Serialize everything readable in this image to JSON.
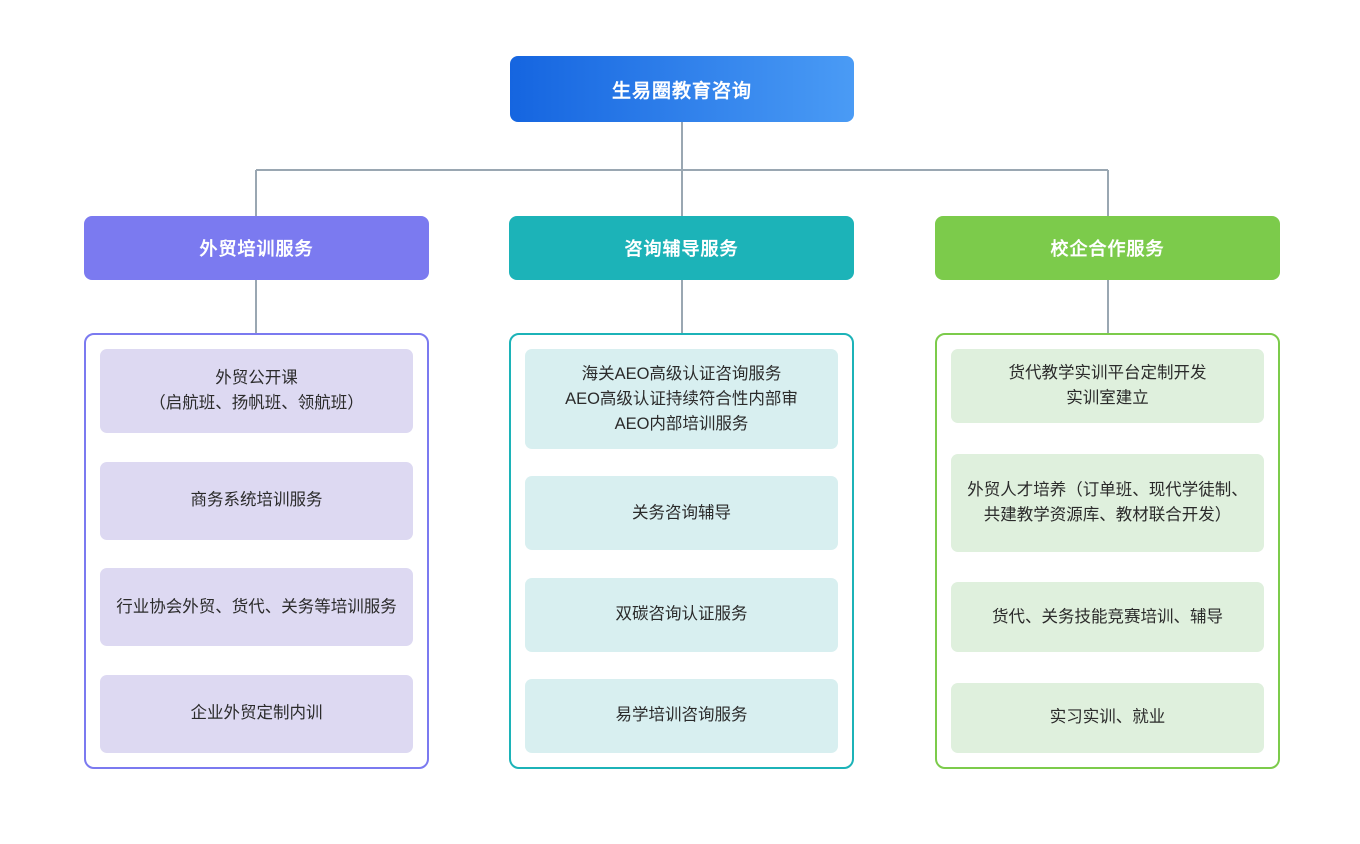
{
  "colors": {
    "root_gradient_start": "#1565e0",
    "root_gradient_end": "#4a9bf5",
    "connector": "#9aa7b2",
    "branch1_accent": "#7b7af0",
    "branch1_leaf_fill": "#ddd9f2",
    "branch2_accent": "#1cb3b8",
    "branch2_leaf_fill": "#d8eff0",
    "branch3_accent": "#7ccb4b",
    "branch3_leaf_fill": "#dff0dd",
    "background": "#ffffff"
  },
  "root": {
    "label": "生易圈教育咨询"
  },
  "branches": [
    {
      "header": "外贸培训服务",
      "items": [
        "外贸公开课\n（启航班、扬帆班、领航班）",
        "商务系统培训服务",
        "行业协会外贸、货代、关务等培训服务",
        "企业外贸定制内训"
      ]
    },
    {
      "header": "咨询辅导服务",
      "items": [
        "海关AEO高级认证咨询服务\nAEO高级认证持续符合性内部审\nAEO内部培训服务",
        "关务咨询辅导",
        "双碳咨询认证服务",
        "易学培训咨询服务"
      ]
    },
    {
      "header": "校企合作服务",
      "items": [
        "货代教学实训平台定制开发\n实训室建立",
        "外贸人才培养（订单班、现代学徒制、共建教学资源库、教材联合开发）",
        "货代、关务技能竞赛培训、辅导",
        "实习实训、就业"
      ]
    }
  ]
}
